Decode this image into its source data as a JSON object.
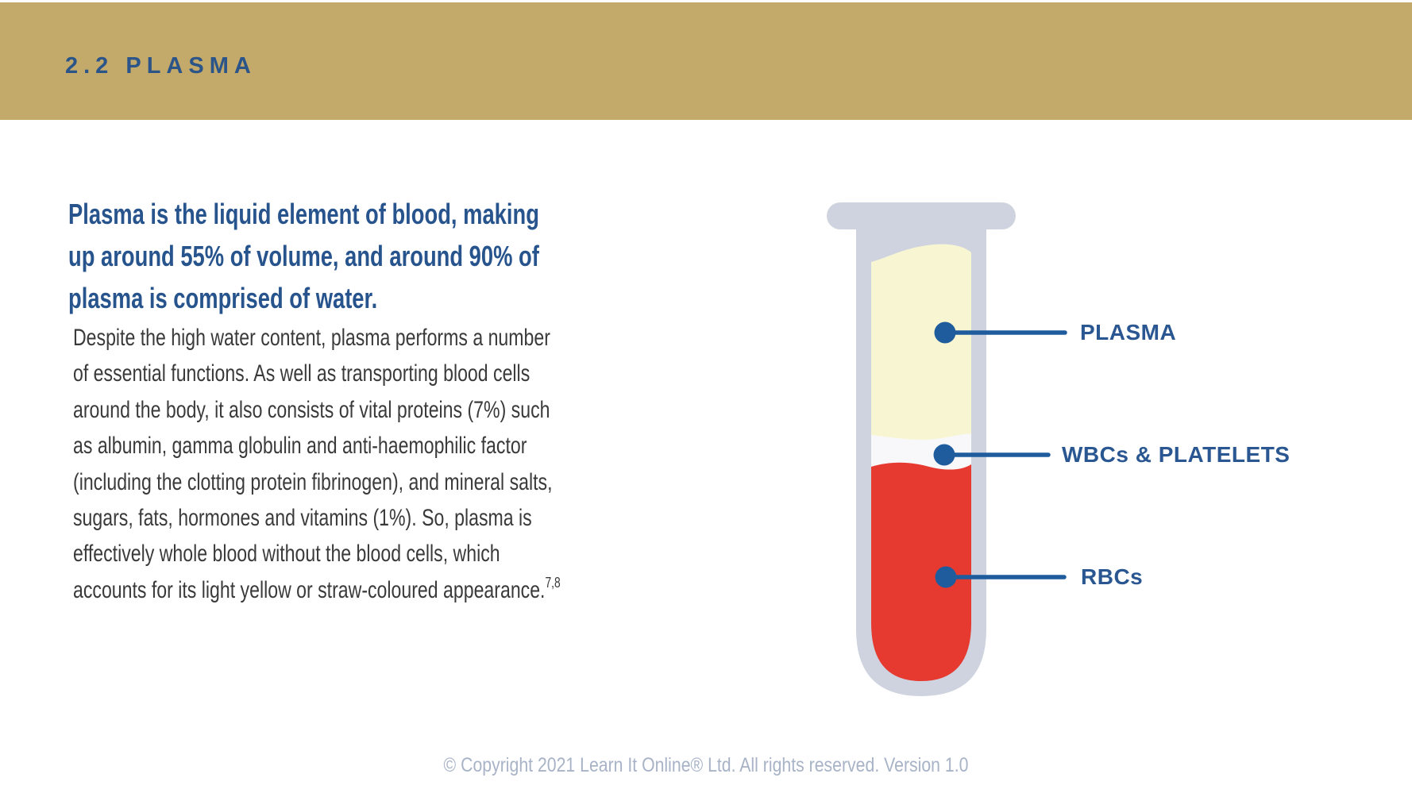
{
  "banner": {
    "title": "2.2 PLASMA"
  },
  "intro_heading": {
    "lines": [
      "Plasma is the liquid element of blood, making",
      "up around 55% of volume, and around 90% of",
      "plasma is comprised of water."
    ]
  },
  "body_paragraph": {
    "lines": [
      "Despite the high water content, plasma performs a number",
      "of essential functions. As well as transporting blood cells",
      "around the body, it also consists of vital proteins (7%) such",
      "as albumin, gamma globulin and anti-haemophilic factor",
      "(including the clotting protein fibrinogen), and mineral salts,",
      "sugars, fats, hormones and vitamins (1%). So, plasma is",
      "effectively whole blood without the blood cells, which",
      "accounts for its light yellow or straw-coloured appearance."
    ],
    "reference_marker": "7,8"
  },
  "diagram": {
    "labels": [
      "PLASMA",
      "WBCs & PLATELETS",
      "RBCs"
    ]
  },
  "footer": {
    "copyright": "© Copyright 2021 Learn It Online® Ltd. All rights reserved. Version 1.0"
  },
  "colors": {
    "banner_gold": "#C3AA6B",
    "heading_blue": "#27548D",
    "banner_text_blue": "#2B5488",
    "body_text": "#3A3A3A",
    "label_blue": "#2A5791",
    "leader_line_blue": "#1E5C9E",
    "tube_gray": "#CED3DF",
    "plasma_yellow": "#F8F6D2",
    "buffy_coat_white": "#F8F8FA",
    "rbc_red": "#E63A30",
    "footer_gray": "#A8B3C7"
  }
}
